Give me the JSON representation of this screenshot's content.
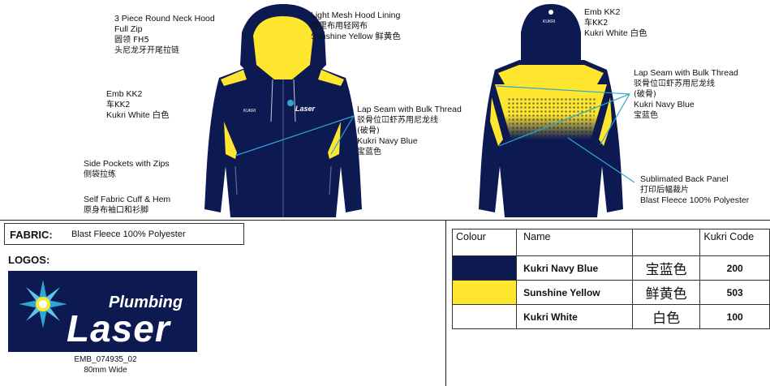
{
  "notes": {
    "hood": [
      "3 Piece Round Neck Hood",
      "Full Zip",
      "圆领 FH5",
      "头尼龙牙开尾拉链"
    ],
    "lining": [
      "Light Mesh Hood Lining",
      "帽里布用轻网布",
      "Sunshine Yellow  鲜黄色"
    ],
    "emb_front": [
      "Emb KK2",
      "车KK2",
      "Kukri White  白色"
    ],
    "side_pockets": [
      "Side Pockets with Zips",
      "侧袋拉练"
    ],
    "cuff": [
      "Self Fabric Cuff & Hem",
      "原身布袖口和衫脚"
    ],
    "lap_front": [
      "Lap Seam with Bulk Thread",
      "驳骨位冚虾苏用尼龙线",
      "(破骨)",
      "Kukri Navy Blue",
      "宝蓝色"
    ],
    "emb_back": [
      "Emb KK2",
      "车KK2",
      "Kukri White  白色"
    ],
    "lap_back": [
      "Lap Seam with Bulk Thread",
      "驳骨位冚虾苏用尼龙线",
      "(破骨)",
      "Kukri Navy Blue",
      "宝蓝色"
    ],
    "sublimated": [
      "Sublimated Back Panel",
      "打印后幅裁片",
      "Blast Fleece 100% Polyester"
    ]
  },
  "garment": {
    "chest_brand": "KUKRI",
    "chest_logo_word": "Laser",
    "back_brand": "KUKRI"
  },
  "fabric": {
    "label": "FABRIC:",
    "value": "Blast Fleece 100% Polyester"
  },
  "logos": {
    "label": "LOGOS:",
    "logo_word_small": "Plumbing",
    "logo_word_large": "Laser",
    "caption_code": "EMB_074935_02",
    "caption_width": "80mm Wide"
  },
  "colour_table": {
    "headers": [
      "Colour",
      "Name",
      "",
      "Kukri Code"
    ],
    "rows": [
      {
        "swatch": "#0d1a52",
        "name": "Kukri Navy Blue",
        "cn": "宝蓝色",
        "code": "200"
      },
      {
        "swatch": "#ffe62e",
        "name": "Sunshine Yellow",
        "cn": "鲜黄色",
        "code": "503"
      },
      {
        "swatch": "#ffffff",
        "name": "Kukri White",
        "cn": "白色",
        "code": "100"
      }
    ]
  },
  "colors": {
    "navy": "#0d1a52",
    "yellow": "#ffe62e",
    "callout": "#2aa7d6"
  }
}
